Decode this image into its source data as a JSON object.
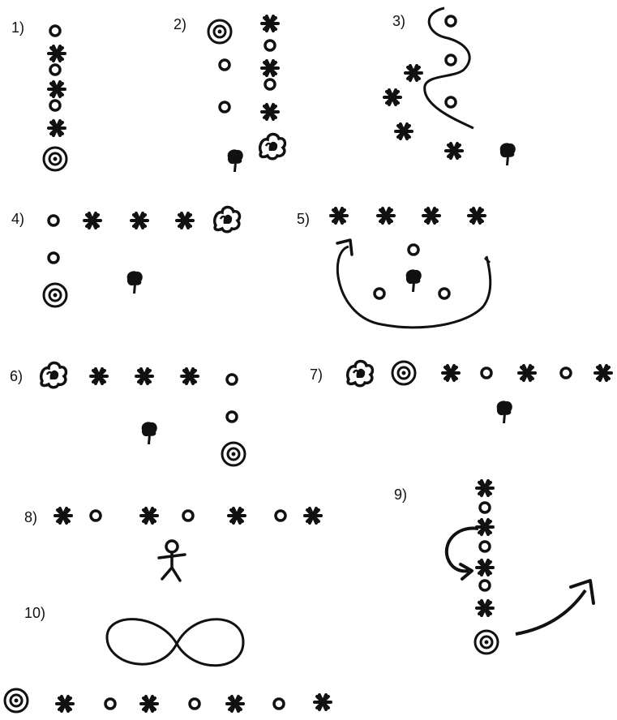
{
  "diagrams": [
    {
      "label": "1)"
    },
    {
      "label": "2)"
    },
    {
      "label": "3)"
    },
    {
      "label": "4)"
    },
    {
      "label": "5)"
    },
    {
      "label": "6)"
    },
    {
      "label": "7)"
    },
    {
      "label": "8)"
    },
    {
      "label": "9)"
    },
    {
      "label": "10)"
    }
  ],
  "icons": {
    "small_ring": "cone-icon",
    "star": "asterisk-icon",
    "target": "target-icon",
    "tree": "tree-icon",
    "bush": "bush-icon",
    "person": "person-icon",
    "arrow": "arrow-icon"
  },
  "colors": {
    "ink": "#111111",
    "background": "#ffffff"
  }
}
